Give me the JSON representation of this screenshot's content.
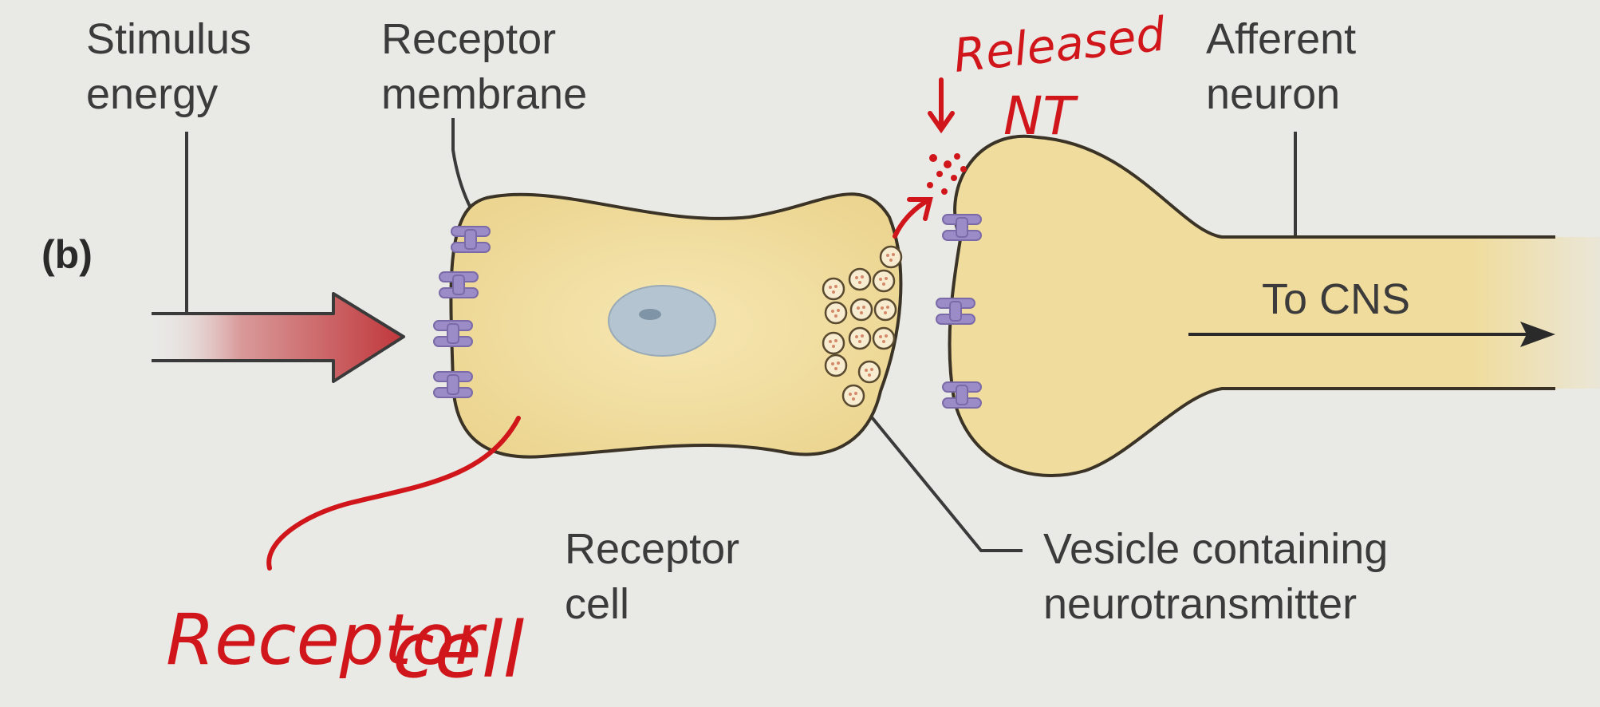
{
  "figure": {
    "panel_label": "(b)",
    "labels": {
      "stimulus_energy": [
        "Stimulus",
        "energy"
      ],
      "receptor_membrane": [
        "Receptor",
        "membrane"
      ],
      "afferent_neuron": [
        "Afferent",
        "neuron"
      ],
      "to_cns": "To CNS",
      "receptor_cell": [
        "Receptor",
        "cell"
      ],
      "vesicle": [
        "Vesicle containing",
        "neurotransmitter"
      ]
    },
    "handwritten": {
      "released_nt": [
        "Released",
        "NT"
      ],
      "receptor_cell_note": [
        "Receptor",
        "cell"
      ]
    },
    "colors": {
      "background": "#e9e9e6",
      "cell_fill": "#f0dc9c",
      "cell_outline": "#3a3326",
      "receptor_protein": "#9b8cc8",
      "nucleus": "#b4c4d0",
      "stimulus_arrow": "#c0373b",
      "annotation_ink": "#d0161a"
    }
  }
}
